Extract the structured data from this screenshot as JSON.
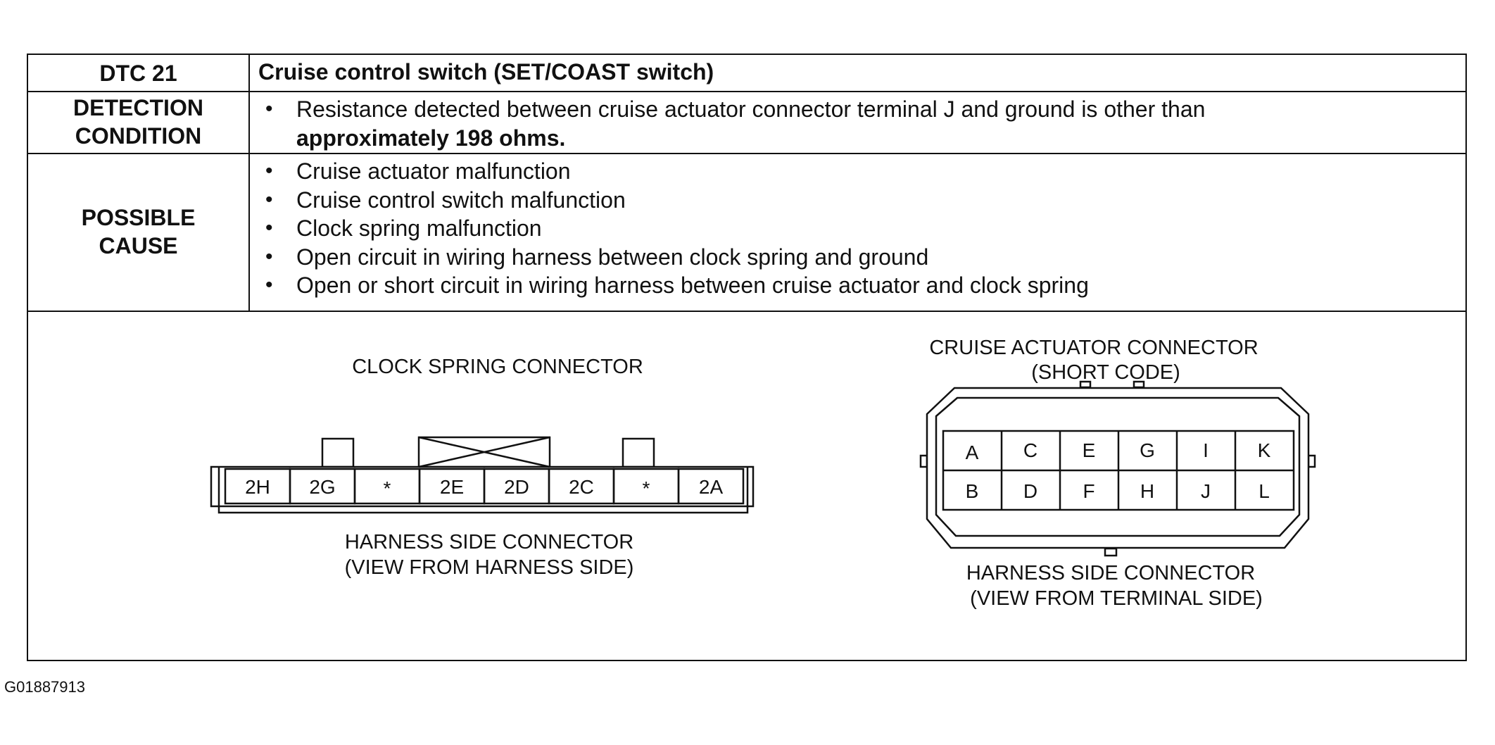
{
  "dtc": {
    "label": "DTC 21",
    "title": "Cruise control switch (SET/COAST switch)"
  },
  "detection": {
    "label": "DETECTION\nCONDITION",
    "text": "Resistance detected between cruise actuator connector terminal J and ground is other than",
    "bold_text": "approximately 198 ohms."
  },
  "possible_cause": {
    "label": "POSSIBLE\nCAUSE",
    "items": [
      "Cruise actuator malfunction",
      "Cruise control switch malfunction",
      "Clock spring malfunction",
      "Open circuit in wiring harness between clock spring and ground",
      "Open or short circuit in wiring harness between cruise actuator and clock spring"
    ]
  },
  "clock_spring": {
    "title": "CLOCK SPRING CONNECTOR",
    "terminals": [
      "2H",
      "2G",
      "*",
      "2E",
      "2D",
      "2C",
      "*",
      "2A"
    ],
    "caption_line1": "HARNESS SIDE CONNECTOR",
    "caption_line2": "(VIEW FROM HARNESS SIDE)"
  },
  "cruise_actuator": {
    "title_line1": "CRUISE ACTUATOR CONNECTOR",
    "title_line2": "(SHORT CODE)",
    "top_row": [
      "A",
      "C",
      "E",
      "G",
      "I",
      "K"
    ],
    "bottom_row": [
      "B",
      "D",
      "F",
      "H",
      "J",
      "L"
    ],
    "caption_line1": "HARNESS SIDE CONNECTOR",
    "caption_line2": "(VIEW FROM TERMINAL SIDE)"
  },
  "figure_code": "G01887913"
}
